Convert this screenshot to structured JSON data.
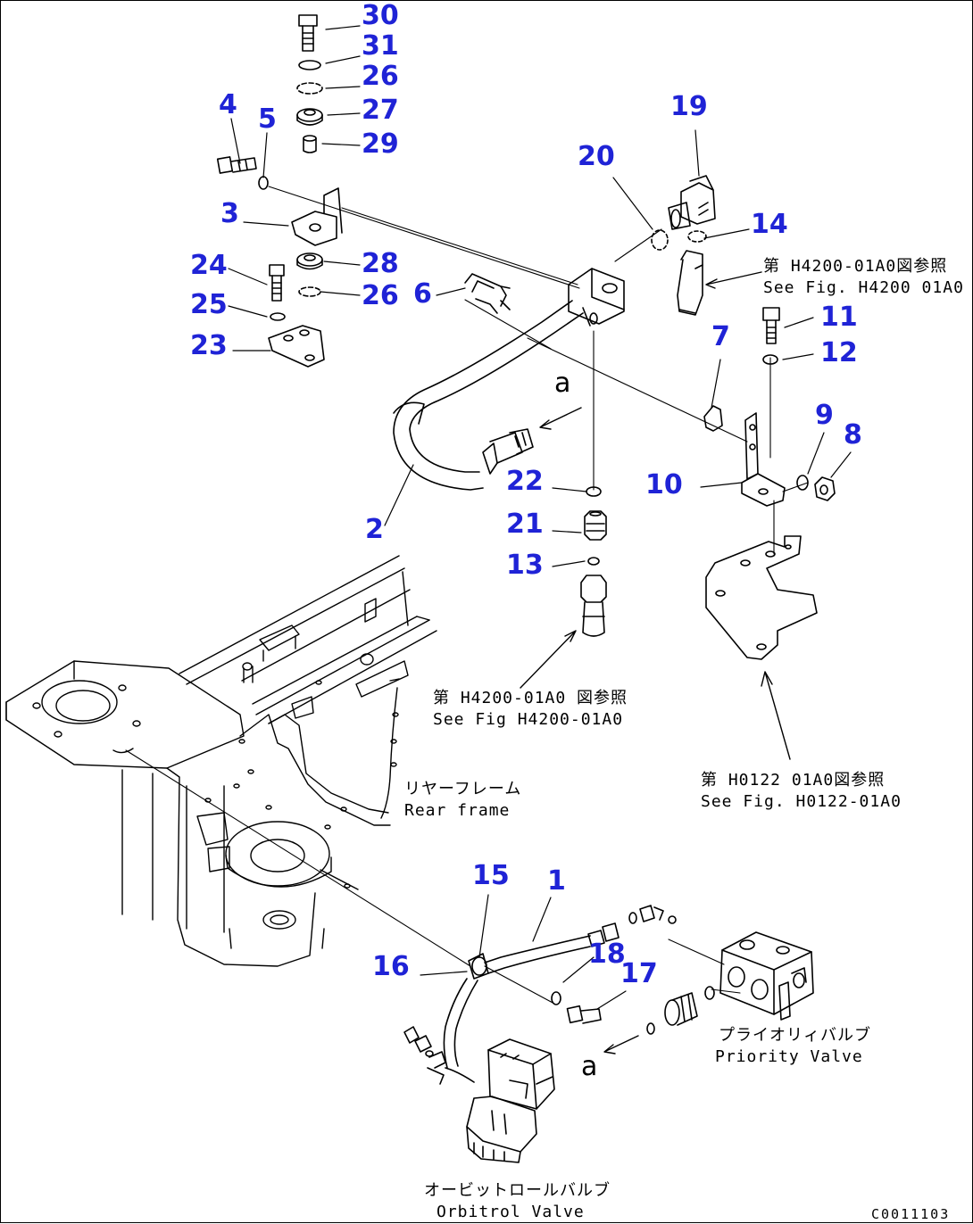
{
  "callouts": {
    "n1": "1",
    "n2": "2",
    "n3": "3",
    "n4": "4",
    "n5": "5",
    "n6": "6",
    "n7": "7",
    "n8": "8",
    "n9": "9",
    "n10": "10",
    "n11": "11",
    "n12": "12",
    "n13": "13",
    "n14": "14",
    "n15": "15",
    "n16": "16",
    "n17": "17",
    "n18": "18",
    "n19": "19",
    "n20": "20",
    "n21": "21",
    "n22": "22",
    "n23": "23",
    "n24": "24",
    "n25": "25",
    "n26a": "26",
    "n26b": "26",
    "n27": "27",
    "n28": "28",
    "n29": "29",
    "n30": "30",
    "n31": "31"
  },
  "references": {
    "h4200_right_jp": "第 H4200-01A0図参照",
    "h4200_right_en": "See Fig. H4200 01A0",
    "h4200_center_jp": "第 H4200-01A0 図参照",
    "h4200_center_en": "See Fig H4200-01A0",
    "h0122_jp": "第 H0122 01A0図参照",
    "h0122_en": "See Fig. H0122-01A0"
  },
  "labels": {
    "rear_frame_jp": "リヤーフレーム",
    "rear_frame_en": "Rear frame",
    "priority_valve_jp": "プライオリィバルブ",
    "priority_valve_en": "Priority Valve",
    "orbitrol_valve_jp": "オービットロールバルブ",
    "orbitrol_valve_en": "Orbitrol Valve"
  },
  "view_marks": {
    "upper": "a",
    "lower": "a"
  },
  "drawing_code": "C0011103",
  "colors": {
    "callout": "#1f23d6",
    "line": "#000000",
    "background": "#ffffff"
  }
}
